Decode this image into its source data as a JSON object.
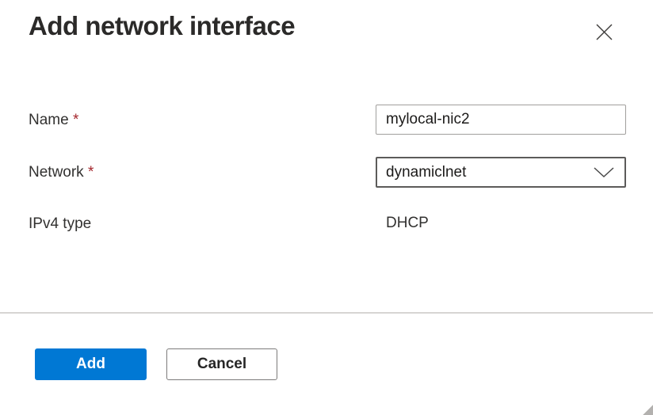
{
  "dialog": {
    "title": "Add network interface"
  },
  "form": {
    "fields": [
      {
        "label": "Name",
        "required": "*",
        "type": "text",
        "value": "mylocal-nic2"
      },
      {
        "label": "Network",
        "required": "*",
        "type": "combobox",
        "value": "dynamiclnet"
      },
      {
        "label": "IPv4 type",
        "required": "",
        "type": "readonly",
        "value": "DHCP"
      }
    ]
  },
  "footer": {
    "add_label": "Add",
    "cancel_label": "Cancel"
  },
  "icons": {
    "close": "close-x",
    "dropdown": "chevron-down",
    "corner": "resize-grip"
  },
  "colors": {
    "primary": "#0078d4",
    "required_asterisk": "#a4262c",
    "text": "#323130",
    "border_light": "#a19f9d",
    "border_dark": "#5c5b5a",
    "divider": "#d7d5d3"
  }
}
